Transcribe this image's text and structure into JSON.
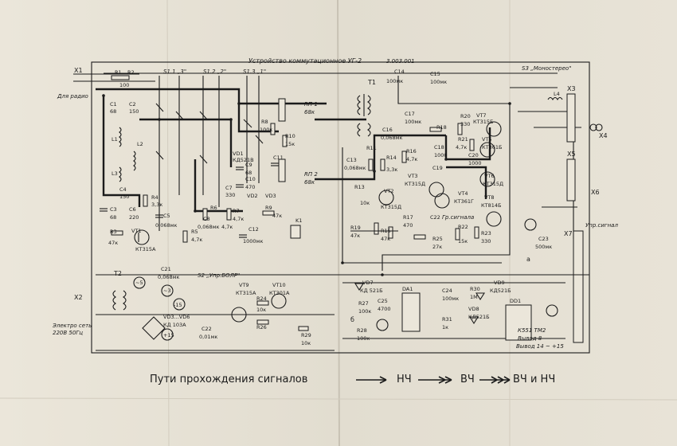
{
  "schematic": {
    "title": "Устройство коммутационное УГ-2",
    "drawing_number": "3.003.001",
    "labels": {
      "x1": "X1",
      "for_radio": "Для радио",
      "t1": "T1",
      "t2": "T2",
      "s3": "S3 „Моностерео\"",
      "s1_3": "S1.1 „3\"",
      "s1_2": "S1.2 „2\"",
      "s1_1": "S1.3 „1\"",
      "r1": "R1",
      "r2": "R2",
      "r1_val": "100",
      "c1": "C1",
      "c1_val": "68",
      "c2": "C2",
      "c2_val": "150",
      "l1": "L1",
      "l2": "L2",
      "l3": "L3",
      "c4": "C4",
      "c4_val": "150",
      "c3": "C3",
      "c3_val": "68",
      "c6": "C6",
      "c6_val": "220",
      "r3": "R3",
      "r3_val": "47к",
      "vt1": "VT1",
      "vt1_type": "КТ315А",
      "r4": "R4",
      "r4_val": "3,3к",
      "c5": "C5",
      "c5_val": "0,068мк",
      "c8": "C8",
      "c8_val": "0,068мк",
      "r5": "R5",
      "r5_val": "4,7к",
      "r6": "R6",
      "r6_val": "4,7к",
      "r7": "R7",
      "r7_val": "4,7к",
      "c7": "C7",
      "c7_val": "330",
      "c9": "C9",
      "c9_val": "68",
      "c10": "C10",
      "c10_val": "470",
      "vd1": "VD1",
      "vd1_type": "КД521В",
      "vd2": "VD2",
      "vd3": "VD3",
      "r8": "R8",
      "r8_val": "100к",
      "r9": "R9",
      "r9_val": "47к",
      "r10": "R10",
      "r10_val": "15к",
      "rp1": "RП 1",
      "rp1_val": "68к",
      "rp2": "RП 2",
      "rp2_val": "68к",
      "c11": "C11",
      "c12": "C12",
      "c12_val": "1000мк",
      "r11": "R11",
      "r12": "R12",
      "r13": "R13",
      "r13_val": "10к",
      "k1": "K1",
      "c13": "C13",
      "c13_val": "0,068мк",
      "c14": "C14",
      "c14_val": "100мк",
      "c15": "C15",
      "c15_val": "100мк",
      "c17": "C17",
      "c17_val": "100мк",
      "r14": "R14",
      "r14_val": "3,3к",
      "r15": "R15",
      "r15_val": "47к",
      "r16": "R16",
      "r16_val": "4,7к",
      "r17": "R17",
      "r17_val": "470",
      "r18": "R18",
      "r19": "R19",
      "r19_val": "47к",
      "r20": "R20",
      "r20_val": "330",
      "r21": "R21",
      "r21_val": "4,7к",
      "r22": "R22",
      "r22_val": "15к",
      "r23": "R23",
      "r23_val": "330",
      "r25": "R25",
      "r25_val": "27к",
      "c16": "C16",
      "c16_val": "0,068мк",
      "c18": "C18",
      "c18_val": "1000",
      "c19": "C19",
      "c20": "C20",
      "c20_val": "1000",
      "c22": "C22",
      "c22_val": "Гр.сигнала",
      "vt2": "VT2",
      "vt2_type": "КТ315Д",
      "vt3": "VT3",
      "vt3_type": "КТ315Д",
      "vt4": "VT4",
      "vt4_type": "КТ361Г",
      "vt5": "VT5",
      "vt5_type": "КТ361Б",
      "vt6": "VT6",
      "vt6_type": "КТ315Д",
      "vt7": "VT7",
      "vt7_type": "КТ315Б",
      "vt8": "VT8",
      "vt8_type": "КТ814Б",
      "l4": "L4",
      "x3": "X3",
      "x4": "X4",
      "x5": "X5",
      "x6": "X6",
      "x7": "X7",
      "upr_sign": "Упр.сигнал",
      "c23": "C23",
      "c23_val": "500мк",
      "c21": "C21",
      "c21_val": "0,068мк",
      "s2": "S2 „Упр.БОЛР\"",
      "vt9": "VT9",
      "vt9_type": "КТ315А",
      "vt10": "VT10",
      "vt10_type": "КТ301А",
      "r24": "R24",
      "r24_val": "10к",
      "r26": "R26",
      "r27": "R27",
      "r27_val": "100к",
      "r28": "R28",
      "r28_val": "100к",
      "r29": "R29",
      "r29_val": "10к",
      "r30": "R30",
      "r30_val": "1М",
      "r31": "R31",
      "r31_val": "1к",
      "c24": "C24",
      "c24_val": "100мк",
      "c25": "C25",
      "c25_val": "4700",
      "c22b": "C22",
      "c22b_val": "0,01мк",
      "vd3b": "VD3...VD6",
      "vd3b_type": "КД 103А",
      "vd7": "VD7",
      "vd7_type": "КД 521Б",
      "vd8": "VD8",
      "vd8_type": "КД521Б",
      "vd9": "VD9",
      "vd9_type": "КД521Б",
      "da1": "DA1",
      "dd1": "DD1",
      "k551": "К551 ТМ2",
      "vyvod8": "Вывод 8",
      "vyvod14": "Вывод 14 ~ +15",
      "x2": "X2",
      "mains": "Электро сеть 220В 50Гц",
      "n15": "-15",
      "p15": "+15",
      "n5": "~5",
      "n3": "~3",
      "a": "а",
      "b": "б"
    }
  },
  "legend": {
    "title": "Пути прохождения сигналов",
    "nch": "НЧ",
    "vch": "ВЧ",
    "vch_nch": "ВЧ и НЧ"
  }
}
